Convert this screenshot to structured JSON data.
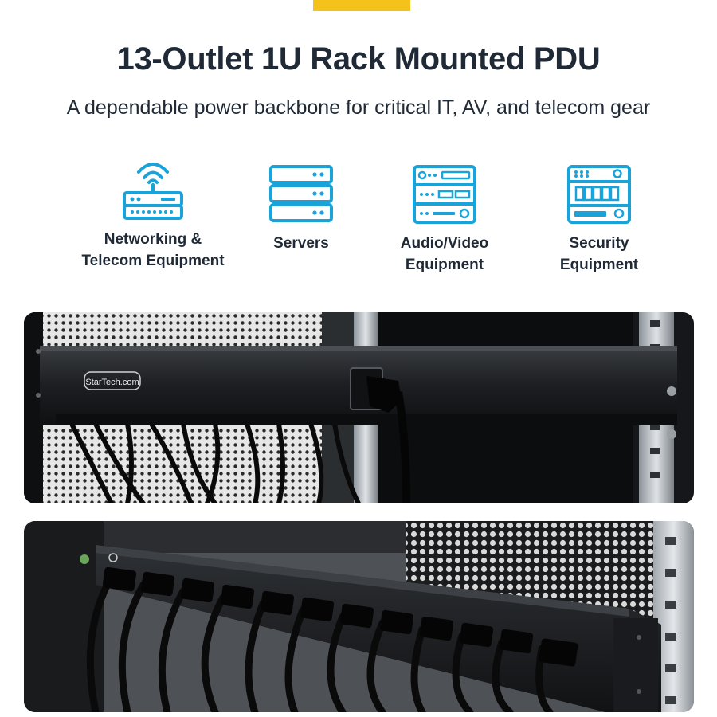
{
  "header": {
    "title": "13-Outlet 1U Rack Mounted PDU",
    "subtitle": "A dependable power backbone for critical IT, AV, and telecom gear"
  },
  "applications": [
    {
      "icon": "router-icon",
      "line1": "Networking &",
      "line2": "Telecom Equipment"
    },
    {
      "icon": "server-icon",
      "line1": "Servers",
      "line2": ""
    },
    {
      "icon": "av-rack-icon",
      "line1": "Audio/Video",
      "line2": "Equipment"
    },
    {
      "icon": "security-rack-icon",
      "line1": "Security",
      "line2": "Equipment"
    }
  ],
  "photos": {
    "top": {
      "brand_logo": "StarTech.com"
    }
  },
  "colors": {
    "accent": "#f5c21b",
    "icon": "#1aa3d9",
    "heading": "#1f2a36"
  }
}
